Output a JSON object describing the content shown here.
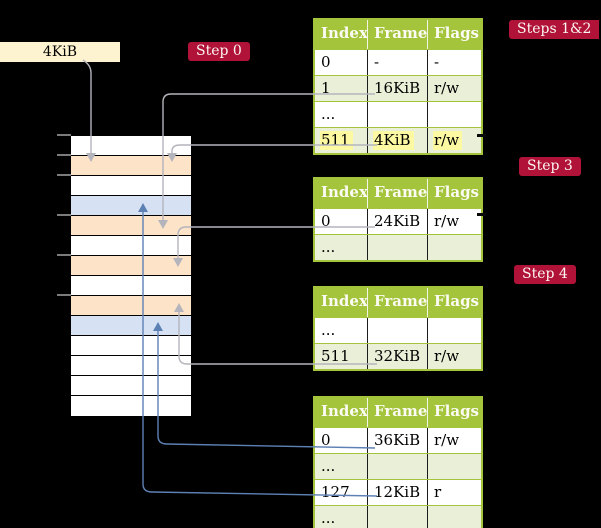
{
  "colors": {
    "background": "#000000",
    "badge": "#b01238",
    "table_header": "#a4c43c",
    "table_row_alt": "#eaf0d8",
    "frame_orange": "#fde4c8",
    "frame_blue": "#d6e2f3",
    "label_box": "#fdf3d0",
    "highlight": "#fdf9a2",
    "arrow_gray": "#b4b4bc",
    "arrow_blue": "#5e81b5",
    "tick_gray": "#7b7b7b"
  },
  "label_box": {
    "text": "4KiB"
  },
  "badges": [
    {
      "id": "step-0",
      "label": "Step 0"
    },
    {
      "id": "steps-1-2",
      "label": "Steps 1&2"
    },
    {
      "id": "step-3",
      "label": "Step 3"
    },
    {
      "id": "step-4",
      "label": "Step 4"
    }
  ],
  "memory": {
    "rows": [
      {
        "fill": "white"
      },
      {
        "fill": "orange"
      },
      {
        "fill": "white"
      },
      {
        "fill": "blue"
      },
      {
        "fill": "orange"
      },
      {
        "fill": "white"
      },
      {
        "fill": "orange"
      },
      {
        "fill": "white"
      },
      {
        "fill": "orange"
      },
      {
        "fill": "blue"
      },
      {
        "fill": "white"
      },
      {
        "fill": "white"
      },
      {
        "fill": "white"
      },
      {
        "fill": "white"
      }
    ]
  },
  "tables": [
    {
      "id": "page-table-steps-1-2",
      "columns": [
        "Index",
        "Frame",
        "Flags"
      ],
      "rows": [
        {
          "cells": [
            "0",
            "-",
            "-"
          ],
          "shaded": false,
          "highlight": false
        },
        {
          "cells": [
            "1",
            "16KiB",
            "r/w"
          ],
          "shaded": true,
          "highlight": false
        },
        {
          "cells": [
            "...",
            "",
            ""
          ],
          "shaded": false,
          "highlight": false
        },
        {
          "cells": [
            "511",
            "4KiB",
            "r/w"
          ],
          "shaded": true,
          "highlight": true
        }
      ]
    },
    {
      "id": "page-table-step-3",
      "columns": [
        "Index",
        "Frame",
        "Flags"
      ],
      "rows": [
        {
          "cells": [
            "0",
            "24KiB",
            "r/w"
          ],
          "shaded": false,
          "highlight": false
        },
        {
          "cells": [
            "...",
            "",
            ""
          ],
          "shaded": true,
          "highlight": false
        }
      ]
    },
    {
      "id": "page-table-step-4-upper",
      "columns": [
        "Index",
        "Frame",
        "Flags"
      ],
      "rows": [
        {
          "cells": [
            "...",
            "",
            ""
          ],
          "shaded": false,
          "highlight": false
        },
        {
          "cells": [
            "511",
            "32KiB",
            "r/w"
          ],
          "shaded": true,
          "highlight": false
        }
      ]
    },
    {
      "id": "page-table-step-4-lower",
      "columns": [
        "Index",
        "Frame",
        "Flags"
      ],
      "rows": [
        {
          "cells": [
            "0",
            "36KiB",
            "r/w"
          ],
          "shaded": false,
          "highlight": false
        },
        {
          "cells": [
            "...",
            "",
            ""
          ],
          "shaded": true,
          "highlight": false
        },
        {
          "cells": [
            "127",
            "12KiB",
            "r"
          ],
          "shaded": false,
          "highlight": false
        },
        {
          "cells": [
            "...",
            "",
            ""
          ],
          "shaded": true,
          "highlight": false
        }
      ]
    }
  ]
}
